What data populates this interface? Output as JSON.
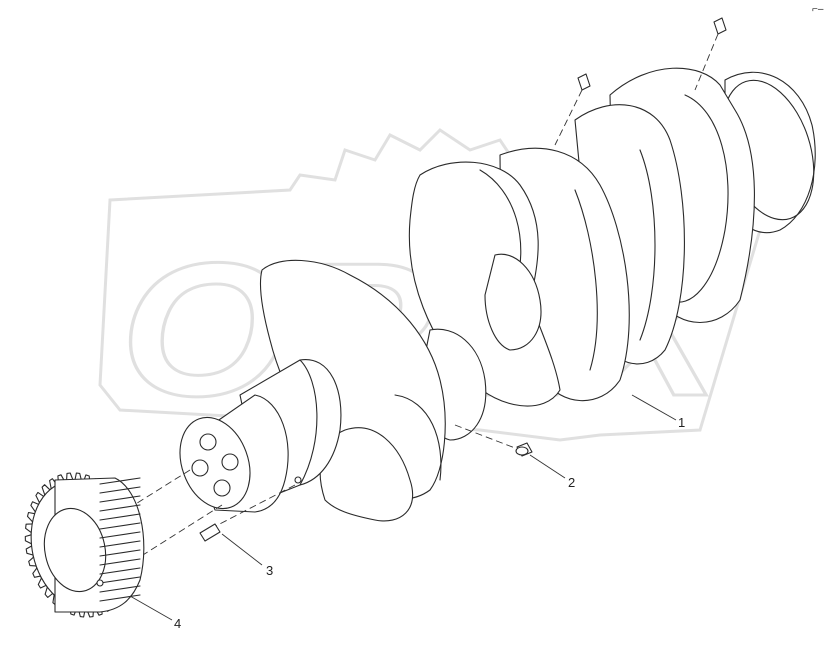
{
  "diagram": {
    "watermark_text": "OPEX",
    "corner_mark": "⌐–",
    "callouts": [
      {
        "id": "1",
        "label": "1"
      },
      {
        "id": "2",
        "label": "2"
      },
      {
        "id": "3",
        "label": "3"
      },
      {
        "id": "4",
        "label": "4"
      }
    ],
    "colors": {
      "line": "#2a2a2a",
      "watermark": "#c8c8c8",
      "background": "#ffffff"
    }
  }
}
